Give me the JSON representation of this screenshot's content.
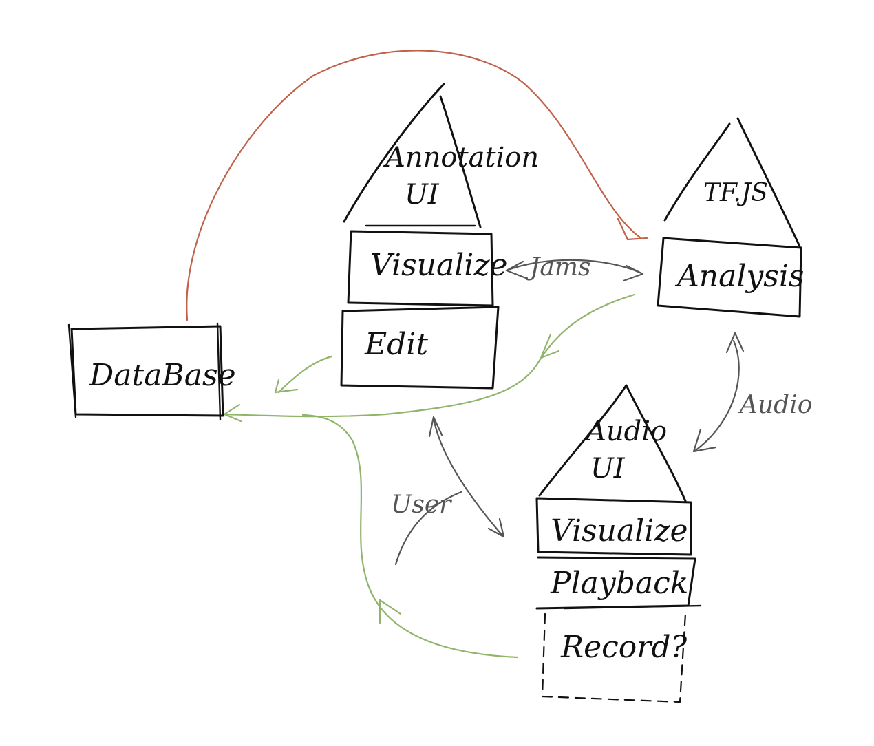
{
  "colors": {
    "ink": "#111111",
    "red_edge": "#c0614a",
    "green_edge": "#8fb46a",
    "gray_edge": "#555555",
    "background": "#ffffff"
  },
  "nodes": {
    "database": {
      "label": "DataBase"
    },
    "annotation_ui": {
      "title_line1": "Annotation",
      "title_line2": "UI",
      "rows": [
        "Visualize",
        "Edit"
      ]
    },
    "tfjs": {
      "title": "TF.JS",
      "rows": [
        "Analysis"
      ]
    },
    "audio_ui": {
      "title_line1": "Audio",
      "title_line2": "UI",
      "rows": [
        "Visualize",
        "Playback"
      ],
      "optional_row": "Record?"
    }
  },
  "edges": {
    "jams": "Jams",
    "audio": "Audio",
    "user": "User"
  }
}
